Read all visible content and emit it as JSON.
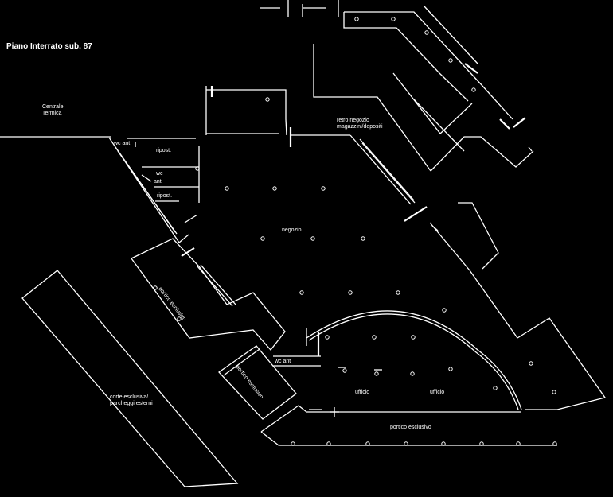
{
  "title": "Piano Interrato sub. 87",
  "labels": {
    "centrale_termica": [
      "Centrale",
      "Termica"
    ],
    "retro_negozio": [
      "retro negozio",
      "magazzini/depositi"
    ],
    "wc_ant": "wc  ant",
    "ripost_top": "ripost.",
    "wc_lbl": "wc",
    "wall_label": "ant",
    "ripost_bottom": "ripost.",
    "negozio": "negozio",
    "portico_esclusivo_left": "portico esclusivo",
    "corte_esclusiva": [
      "corte esclusiva/",
      "parcheggi esterni"
    ],
    "portico_esclusivo_mid": "portico esclusivo",
    "wc_ant_mid": "wc   ant",
    "ufficio_left": "ufficio",
    "ufficio_right": "ufficio",
    "portico_esclusivo_bottom": "portico esclusivo"
  }
}
